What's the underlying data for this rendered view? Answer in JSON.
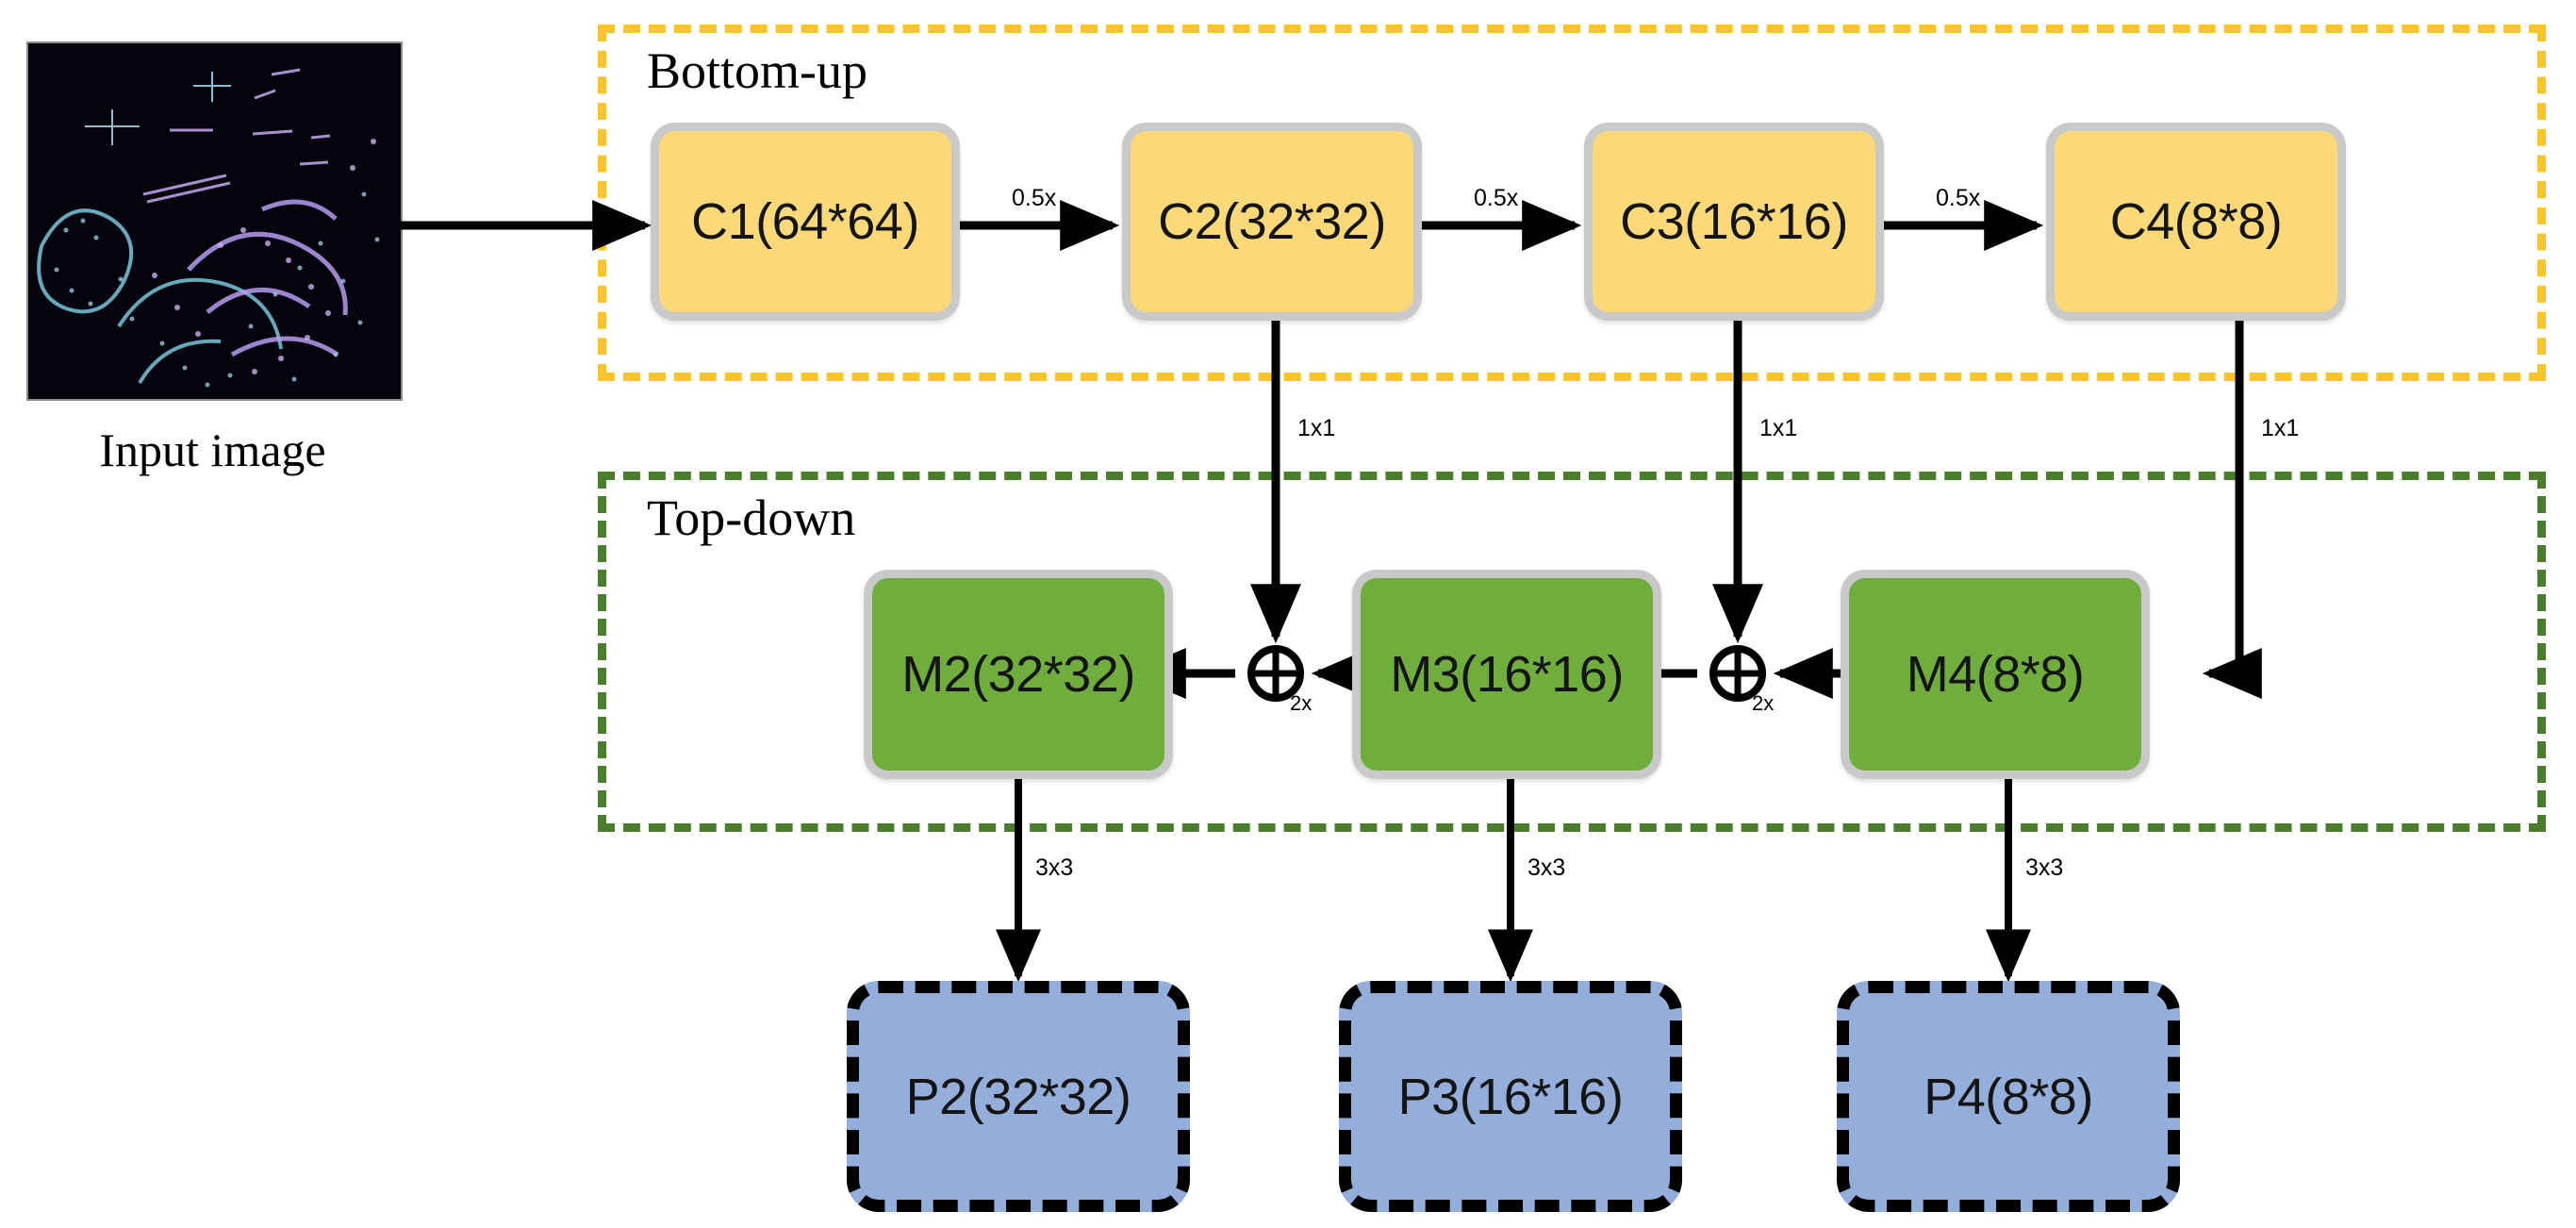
{
  "figure": {
    "type": "feature-pyramid-network-diagram",
    "input": {
      "caption": "Input image",
      "thumbnail_alt": "lidar-point-cloud-birds-eye-view"
    },
    "groups": [
      {
        "id": "bottom-up",
        "label": "Bottom-up",
        "border_color": "#fcc521",
        "border_style": "dashed"
      },
      {
        "id": "top-down",
        "label": "Top-down",
        "border_color": "#4a7d2c",
        "border_style": "dashed"
      }
    ],
    "nodes": {
      "conv": [
        {
          "id": "c1",
          "label": "C1(64*64)"
        },
        {
          "id": "c2",
          "label": "C2(32*32)"
        },
        {
          "id": "c3",
          "label": "C3(16*16)"
        },
        {
          "id": "c4",
          "label": "C4(8*8)"
        }
      ],
      "merge": [
        {
          "id": "m2",
          "label": "M2(32*32)"
        },
        {
          "id": "m3",
          "label": "M3(16*16)"
        },
        {
          "id": "m4",
          "label": "M4(8*8)"
        }
      ],
      "pred": [
        {
          "id": "p2",
          "label": "P2(32*32)"
        },
        {
          "id": "p3",
          "label": "P3(16*16)"
        },
        {
          "id": "p4",
          "label": "P4(8*8)"
        }
      ]
    },
    "edge_labels": {
      "downsample": [
        "0.5x",
        "0.5x",
        "0.5x"
      ],
      "lateral": [
        "1x1",
        "1x1",
        "1x1"
      ],
      "upsample": [
        "2x",
        "2x"
      ],
      "output": [
        "3x3",
        "3x3",
        "3x3"
      ]
    },
    "colors": {
      "conv_fill": "#fcd978",
      "merge_fill": "#6fad3c",
      "pred_fill": "#94aedc",
      "node_border": "#c9c9c9",
      "bottomup_border": "#fcc521",
      "topdown_border": "#4a7d2c",
      "arrow": "#000000"
    },
    "operators": {
      "add_symbol": "circled-plus"
    }
  }
}
